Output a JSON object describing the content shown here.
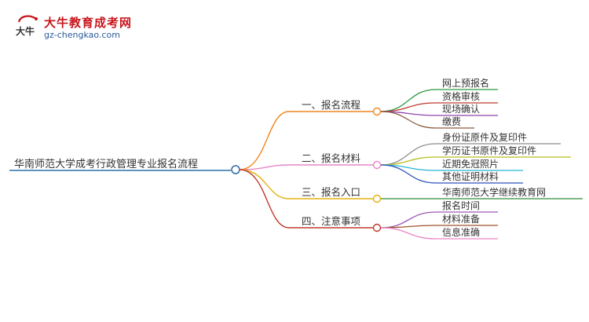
{
  "logo": {
    "title": "大牛教育成考网",
    "url": "gz-chengkao.com",
    "mark_text": "大牛"
  },
  "mindmap": {
    "root": "华南师范大学成考行政管理专业报名流程",
    "branches": [
      {
        "label": "一、报名流程",
        "color": "#f0861f",
        "children": [
          {
            "label": "网上预报名",
            "color": "#2e9a3c"
          },
          {
            "label": "资格审核",
            "color": "#c0392b"
          },
          {
            "label": "现场确认",
            "color": "#8e44ad"
          },
          {
            "label": "缴费",
            "color": "#8b5a3c"
          }
        ]
      },
      {
        "label": "二、报名材料",
        "color": "#e986c8",
        "children": [
          {
            "label": "身份证原件及复印件",
            "color": "#8c8c8c"
          },
          {
            "label": "学历证书原件及复印件",
            "color": "#b8bf1e"
          },
          {
            "label": "近期免冠照片",
            "color": "#27b3d8"
          },
          {
            "label": "其他证明材料",
            "color": "#2a52be"
          }
        ]
      },
      {
        "label": "三、报名入口",
        "color": "#e3b310",
        "children": [
          {
            "label": "华南师范大学继续教育网",
            "color": "#2e8f3a"
          }
        ]
      },
      {
        "label": "四、注意事项",
        "color": "#c0392b",
        "children": [
          {
            "label": "报名时间",
            "color": "#9b59b6"
          },
          {
            "label": "材料准备",
            "color": "#a0522d"
          },
          {
            "label": "信息准确",
            "color": "#e986c8"
          }
        ]
      }
    ]
  }
}
